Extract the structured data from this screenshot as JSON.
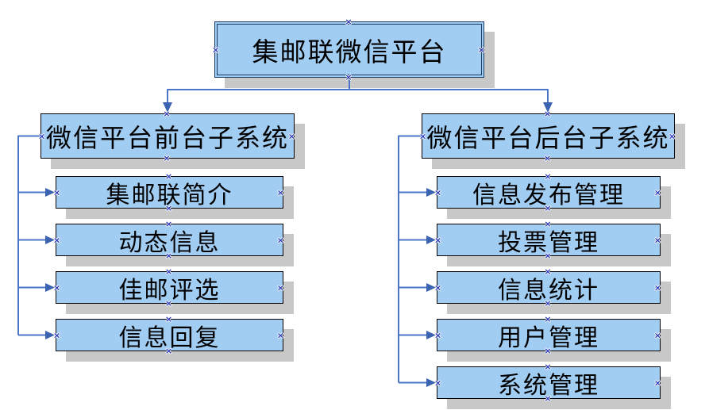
{
  "diagram": {
    "root": {
      "label": "集邮联微信平台"
    },
    "branches": [
      {
        "title": "微信平台前台子系统",
        "children": [
          {
            "label": "集邮联简介"
          },
          {
            "label": "动态信息"
          },
          {
            "label": "佳邮评选"
          },
          {
            "label": "信息回复"
          }
        ]
      },
      {
        "title": "微信平台后台子系统",
        "children": [
          {
            "label": "信息发布管理"
          },
          {
            "label": "投票管理"
          },
          {
            "label": "信息统计"
          },
          {
            "label": "用户管理"
          },
          {
            "label": "系统管理"
          }
        ]
      }
    ],
    "icons": {
      "connection_handle": "×"
    },
    "colors": {
      "canvas_bg": "#FFFFFF",
      "box_fill": "#A2CDF2",
      "box_border": "#000000",
      "root_border": "#1B3A66",
      "connector_line": "#4B76C8",
      "connector_arrow": "#3C63B0",
      "shadow": "#C8C8C8",
      "handle": "#2936B8",
      "text": "#000000"
    }
  }
}
